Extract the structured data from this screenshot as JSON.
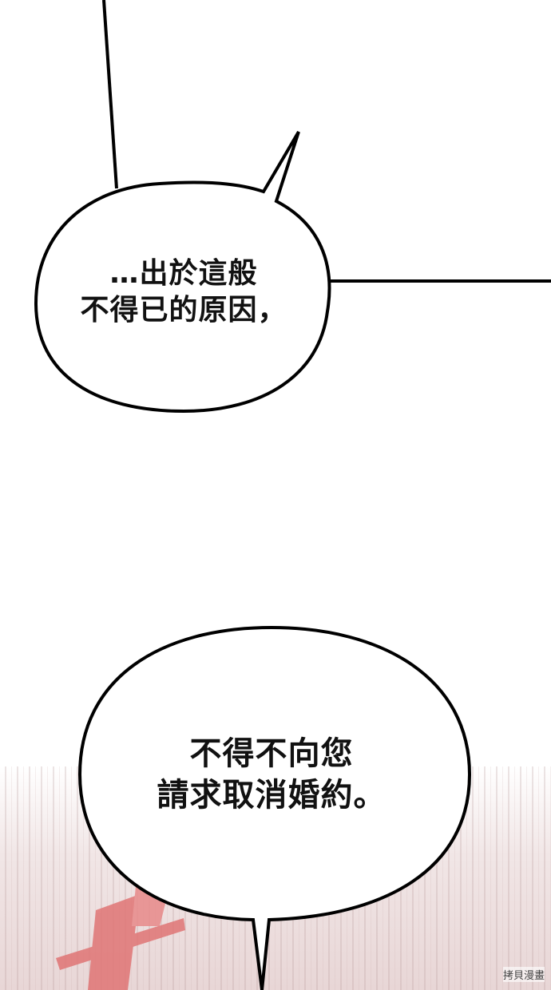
{
  "bubble_1": {
    "line1": "…出於這般",
    "line2": "不得已的原因，"
  },
  "bubble_2": {
    "line1": "不得不向您",
    "line2": "請求取消婚約。"
  },
  "sfx_text": "戏",
  "watermark": "拷貝漫畫",
  "colors": {
    "line": "#000000",
    "sfx": "#e06b6b"
  }
}
